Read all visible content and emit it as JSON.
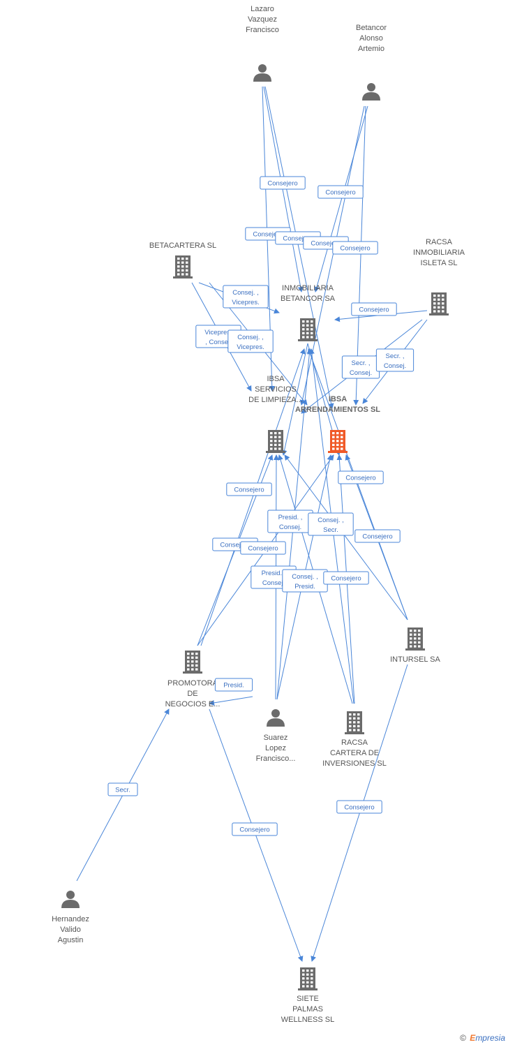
{
  "colors": {
    "edge": "#4a86d8",
    "node": "#6b6b6b",
    "focus_node": "#f05a28",
    "label_text": "#555555",
    "rel_text": "#3a6fc0"
  },
  "nodes": {
    "lazaro": {
      "kind": "person",
      "label": [
        "Lazaro",
        "Vazquez",
        "Francisco"
      ]
    },
    "betancor": {
      "kind": "person",
      "label": [
        "Betancor",
        "Alonso",
        "Artemio"
      ]
    },
    "betacartera": {
      "kind": "building",
      "label": [
        "BETACARTERA SL"
      ]
    },
    "racsa_inmo": {
      "kind": "building",
      "label": [
        "RACSA",
        "INMOBILIARIA",
        "ISLETA SL"
      ]
    },
    "inmo_betancor": {
      "kind": "building",
      "label": [
        "INMOBILIARIA",
        "BETANCOR SA"
      ]
    },
    "ibsa_serv": {
      "kind": "building",
      "label": [
        "IBSA",
        "SERVICIOS",
        "DE LIMPIEZA..."
      ]
    },
    "ibsa_arr": {
      "kind": "building",
      "label": [
        "IBSA",
        "ARRENDAMIENTOS SL"
      ],
      "focus": true
    },
    "intursel": {
      "kind": "building",
      "label": [
        "INTURSEL SA"
      ]
    },
    "promotora": {
      "kind": "building",
      "label": [
        "PROMOTORA",
        "DE",
        "NEGOCIOS E..."
      ]
    },
    "suarez": {
      "kind": "person",
      "label": [
        "Suarez",
        "Lopez",
        "Francisco..."
      ]
    },
    "racsa_cartera": {
      "kind": "building",
      "label": [
        "RACSA",
        "CARTERA DE",
        "INVERSIONES SL"
      ]
    },
    "hernandez": {
      "kind": "person",
      "label": [
        "Hernandez",
        "Valido",
        "Agustin"
      ]
    },
    "siete": {
      "kind": "building",
      "label": [
        "SIETE",
        "PALMAS",
        "WELLNESS SL"
      ]
    }
  },
  "relations": [
    {
      "label": [
        "Consejero"
      ]
    },
    {
      "label": [
        "Consejero"
      ]
    },
    {
      "label": [
        "Consejero"
      ]
    },
    {
      "label": [
        "Consejero"
      ]
    },
    {
      "label": [
        "Consejero"
      ]
    },
    {
      "label": [
        "Consejero"
      ]
    },
    {
      "label": [
        "Consej. ,",
        "Vicepres."
      ]
    },
    {
      "label": [
        "Vicepres.",
        ", Consej."
      ]
    },
    {
      "label": [
        "Consej. ,",
        "Vicepres."
      ]
    },
    {
      "label": [
        "Consejero"
      ]
    },
    {
      "label": [
        "Secr. ,",
        "Consej."
      ]
    },
    {
      "label": [
        "Secr. ,",
        "Consej."
      ]
    },
    {
      "label": [
        "Consejero"
      ]
    },
    {
      "label": [
        "Consejero"
      ]
    },
    {
      "label": [
        "Presid. ,",
        "Consej."
      ]
    },
    {
      "label": [
        "Consej. ,",
        "Secr."
      ]
    },
    {
      "label": [
        "Consejero"
      ]
    },
    {
      "label": [
        "Consejero"
      ]
    },
    {
      "label": [
        "Consejero"
      ]
    },
    {
      "label": [
        "Presid. ,",
        "Consej."
      ]
    },
    {
      "label": [
        "Consej. ,",
        "Presid."
      ]
    },
    {
      "label": [
        "Consejero"
      ]
    },
    {
      "label": [
        "Presid."
      ]
    },
    {
      "label": [
        "Secr."
      ]
    },
    {
      "label": [
        "Consejero"
      ]
    },
    {
      "label": [
        "Consejero"
      ]
    }
  ],
  "footer": {
    "copyright": "©",
    "brand_e": "E",
    "brand_rest": "mpresia"
  }
}
